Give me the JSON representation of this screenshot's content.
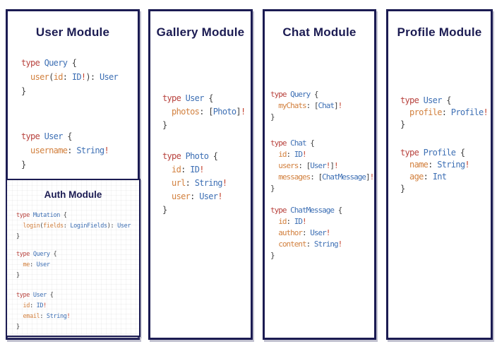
{
  "colors": {
    "navy": "#1b1b52",
    "panel_shadow": "#c2c2d0",
    "keyword_red": "#b8433e",
    "type_blue": "#3d6fb4",
    "field_orange": "#d2803e",
    "punctuation_gray": "#3f3f3f",
    "bang_red": "#c4432f"
  },
  "panels": [
    {
      "title": "User Module",
      "blocks": [
        [
          [
            [
              "k",
              "type "
            ],
            [
              "t",
              "Query "
            ],
            [
              "p",
              "{"
            ]
          ],
          [
            [
              "f",
              "  user"
            ],
            [
              "p",
              "("
            ],
            [
              "f",
              "id"
            ],
            [
              "p",
              ": "
            ],
            [
              "t",
              "ID"
            ],
            [
              "b",
              "!"
            ],
            [
              "p",
              "): "
            ],
            [
              "t",
              "User"
            ]
          ],
          [
            [
              "p",
              "}"
            ]
          ]
        ],
        [
          [
            [
              "k",
              "type "
            ],
            [
              "t",
              "User "
            ],
            [
              "p",
              "{"
            ]
          ],
          [
            [
              "f",
              "  username"
            ],
            [
              "p",
              ": "
            ],
            [
              "t",
              "String"
            ],
            [
              "b",
              "!"
            ]
          ],
          [
            [
              "p",
              "}"
            ]
          ]
        ]
      ],
      "nested": {
        "title": "Auth Module",
        "blocks": [
          [
            [
              [
                "k",
                "type "
              ],
              [
                "t",
                "Mutation "
              ],
              [
                "p",
                "{"
              ]
            ],
            [
              [
                "f",
                "  login"
              ],
              [
                "p",
                "("
              ],
              [
                "f",
                "fields"
              ],
              [
                "p",
                ": "
              ],
              [
                "t",
                "LoginFields"
              ],
              [
                "p",
                "): "
              ],
              [
                "t",
                "User"
              ]
            ],
            [
              [
                "p",
                "}"
              ]
            ]
          ],
          [
            [
              [
                "k",
                "type "
              ],
              [
                "t",
                "Query "
              ],
              [
                "p",
                "{"
              ]
            ],
            [
              [
                "f",
                "  me"
              ],
              [
                "p",
                ": "
              ],
              [
                "t",
                "User"
              ]
            ],
            [
              [
                "p",
                "}"
              ]
            ]
          ],
          [
            [
              [
                "k",
                "type "
              ],
              [
                "t",
                "User "
              ],
              [
                "p",
                "{"
              ]
            ],
            [
              [
                "f",
                "  id"
              ],
              [
                "p",
                ": "
              ],
              [
                "t",
                "ID"
              ],
              [
                "b",
                "!"
              ]
            ],
            [
              [
                "f",
                "  email"
              ],
              [
                "p",
                ": "
              ],
              [
                "t",
                "String"
              ],
              [
                "b",
                "!"
              ]
            ],
            [
              [
                "p",
                "}"
              ]
            ]
          ]
        ]
      }
    },
    {
      "title": "Gallery Module",
      "blocks": [
        [
          [
            [
              "k",
              "type "
            ],
            [
              "t",
              "User "
            ],
            [
              "p",
              "{"
            ]
          ],
          [
            [
              "f",
              "  photos"
            ],
            [
              "p",
              ": ["
            ],
            [
              "t",
              "Photo"
            ],
            [
              "p",
              "]"
            ],
            [
              "b",
              "!"
            ]
          ],
          [
            [
              "p",
              "}"
            ]
          ]
        ],
        [
          [
            [
              "k",
              "type "
            ],
            [
              "t",
              "Photo "
            ],
            [
              "p",
              "{"
            ]
          ],
          [
            [
              "f",
              "  id"
            ],
            [
              "p",
              ": "
            ],
            [
              "t",
              "ID"
            ],
            [
              "b",
              "!"
            ]
          ],
          [
            [
              "f",
              "  url"
            ],
            [
              "p",
              ": "
            ],
            [
              "t",
              "String"
            ],
            [
              "b",
              "!"
            ]
          ],
          [
            [
              "f",
              "  user"
            ],
            [
              "p",
              ": "
            ],
            [
              "t",
              "User"
            ],
            [
              "b",
              "!"
            ]
          ],
          [
            [
              "p",
              "}"
            ]
          ]
        ]
      ]
    },
    {
      "title": "Chat Module",
      "blocks": [
        [
          [
            [
              "k",
              "type "
            ],
            [
              "t",
              "Query "
            ],
            [
              "p",
              "{"
            ]
          ],
          [
            [
              "f",
              "  myChats"
            ],
            [
              "p",
              ": ["
            ],
            [
              "t",
              "Chat"
            ],
            [
              "p",
              "]"
            ],
            [
              "b",
              "!"
            ]
          ],
          [
            [
              "p",
              "}"
            ]
          ]
        ],
        [
          [
            [
              "k",
              "type "
            ],
            [
              "t",
              "Chat "
            ],
            [
              "p",
              "{"
            ]
          ],
          [
            [
              "f",
              "  id"
            ],
            [
              "p",
              ": "
            ],
            [
              "t",
              "ID"
            ],
            [
              "b",
              "!"
            ]
          ],
          [
            [
              "f",
              "  users"
            ],
            [
              "p",
              ": ["
            ],
            [
              "t",
              "User"
            ],
            [
              "b",
              "!"
            ],
            [
              "p",
              "]"
            ],
            [
              "b",
              "!"
            ]
          ],
          [
            [
              "f",
              "  messages"
            ],
            [
              "p",
              ": ["
            ],
            [
              "t",
              "ChatMessage"
            ],
            [
              "p",
              "]"
            ],
            [
              "b",
              "!"
            ]
          ],
          [
            [
              "p",
              "}"
            ]
          ]
        ],
        [
          [
            [
              "k",
              "type "
            ],
            [
              "t",
              "ChatMessage "
            ],
            [
              "p",
              "{"
            ]
          ],
          [
            [
              "f",
              "  id"
            ],
            [
              "p",
              ": "
            ],
            [
              "t",
              "ID"
            ],
            [
              "b",
              "!"
            ]
          ],
          [
            [
              "f",
              "  author"
            ],
            [
              "p",
              ": "
            ],
            [
              "t",
              "User"
            ],
            [
              "b",
              "!"
            ]
          ],
          [
            [
              "f",
              "  content"
            ],
            [
              "p",
              ": "
            ],
            [
              "t",
              "String"
            ],
            [
              "b",
              "!"
            ]
          ],
          [
            [
              "p",
              "}"
            ]
          ]
        ]
      ]
    },
    {
      "title": "Profile Module",
      "blocks": [
        [
          [
            [
              "k",
              "type "
            ],
            [
              "t",
              "User "
            ],
            [
              "p",
              "{"
            ]
          ],
          [
            [
              "f",
              "  profile"
            ],
            [
              "p",
              ": "
            ],
            [
              "t",
              "Profile"
            ],
            [
              "b",
              "!"
            ]
          ],
          [
            [
              "p",
              "}"
            ]
          ]
        ],
        [
          [
            [
              "k",
              "type "
            ],
            [
              "t",
              "Profile "
            ],
            [
              "p",
              "{"
            ]
          ],
          [
            [
              "f",
              "  name"
            ],
            [
              "p",
              ": "
            ],
            [
              "t",
              "String"
            ],
            [
              "b",
              "!"
            ]
          ],
          [
            [
              "f",
              "  age"
            ],
            [
              "p",
              ": "
            ],
            [
              "t",
              "Int"
            ]
          ],
          [
            [
              "p",
              "}"
            ]
          ]
        ]
      ]
    }
  ]
}
